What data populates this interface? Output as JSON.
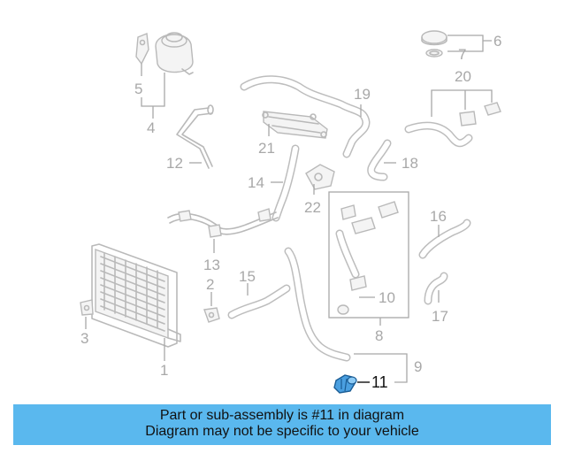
{
  "callouts": {
    "c1": "1",
    "c2": "2",
    "c3": "3",
    "c4": "4",
    "c5": "5",
    "c6": "6",
    "c7": "7",
    "c8": "8",
    "c9": "9",
    "c10": "10",
    "c11": "11",
    "c12": "12",
    "c13": "13",
    "c14": "14",
    "c15": "15",
    "c16": "16",
    "c17": "17",
    "c18": "18",
    "c19": "19",
    "c20": "20",
    "c21": "21",
    "c22": "22"
  },
  "highlighted_part": "11",
  "colors": {
    "banner": "#5ab8ee",
    "highlight_part": "#4a9fe0",
    "line_art": "#b9b9b9"
  },
  "banner": {
    "line1": "Part or sub-assembly is #11 in diagram",
    "line2": "Diagram may not be specific to your vehicle"
  }
}
